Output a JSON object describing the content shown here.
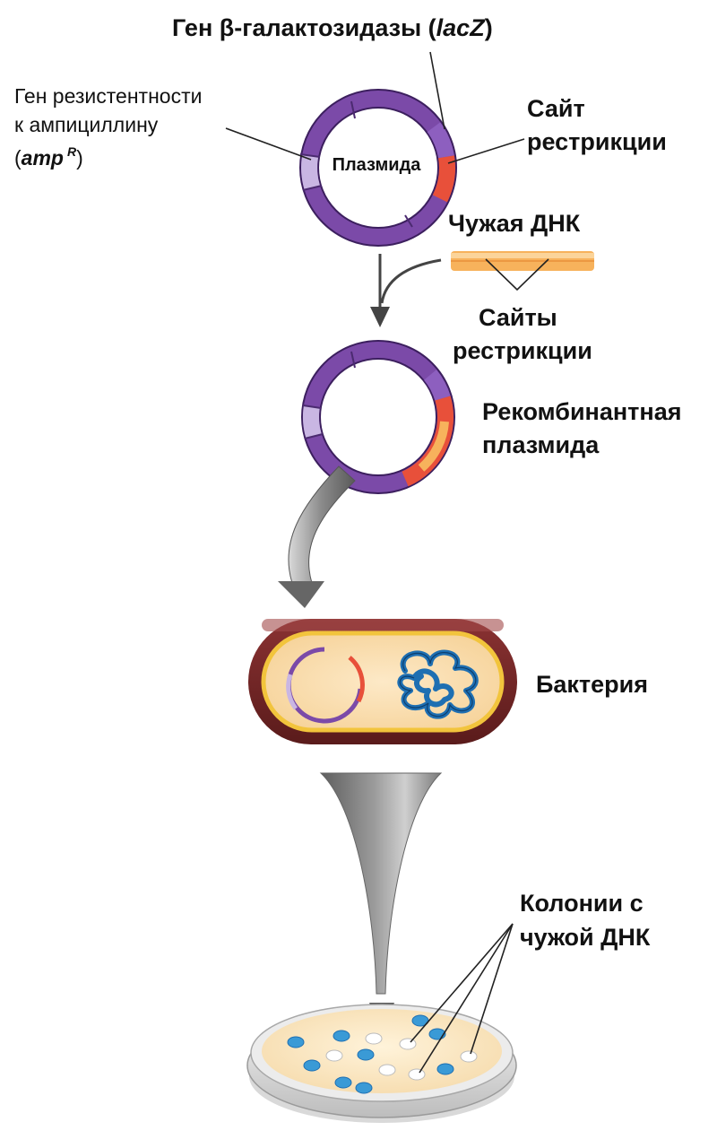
{
  "labels": {
    "lacz_gene_prefix": "Ген β-галактозидазы (",
    "lacz_gene_italic": "lacZ",
    "lacz_gene_suffix": ")",
    "amp_gene_line1": "Ген резистентности",
    "amp_gene_line2": "к ампициллину",
    "amp_gene_open": "(",
    "amp_gene_italic": "amp",
    "amp_gene_sup": "R",
    "amp_gene_close": ")",
    "plasmid": "Плазмида",
    "restriction_site_line1": "Сайт",
    "restriction_site_line2": "рестрикции",
    "foreign_dna": "Чужая ДНК",
    "restriction_sites_line1": "Сайты",
    "restriction_sites_line2": "рестрикции",
    "recombinant_line1": "Рекомбинантная",
    "recombinant_line2": "плазмида",
    "bacterium": "Бактерия",
    "colonies_line1": "Колонии с",
    "colonies_line2": "чужой ДНК"
  },
  "colors": {
    "plasmid_purple": "#7b4aa8",
    "amp_segment": "#c9b6e3",
    "restriction_red": "#e8503a",
    "foreign_dna_orange": "#f7b25c",
    "cell_wall": "#6e2424",
    "cytoplasm": "#fbe0b4",
    "membrane": "#f2c43c",
    "nucleoid_blue": "#1e6fb2",
    "arrow_gray": "#6b6b6b",
    "blue_colony": "#3a9ad6",
    "white_colony": "#ffffff"
  }
}
